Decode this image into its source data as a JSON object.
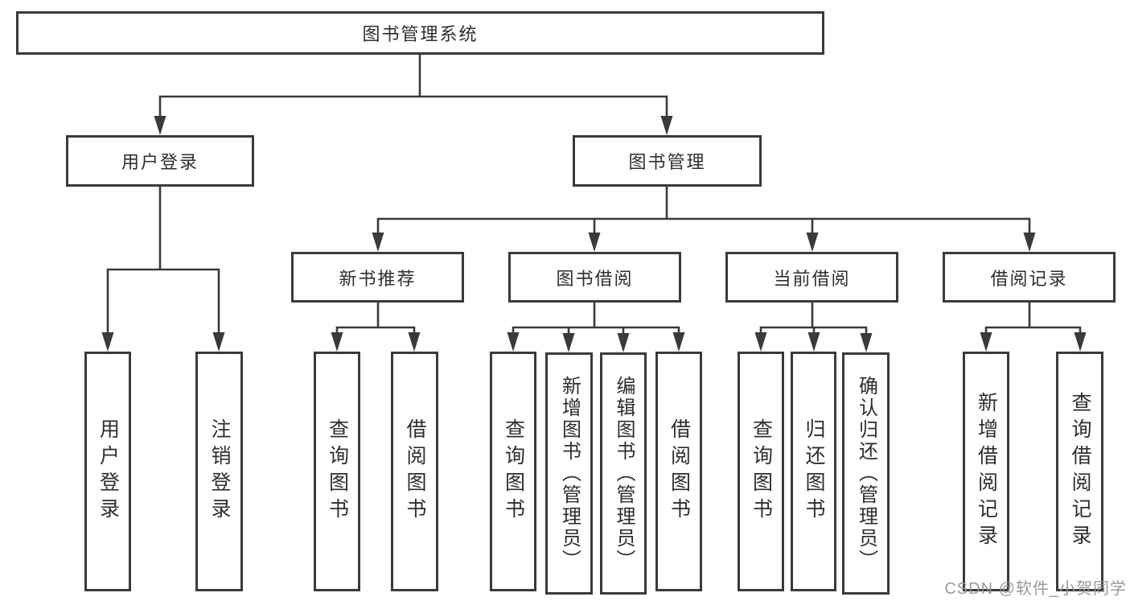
{
  "diagram": {
    "root": {
      "label": "图书管理系统"
    },
    "user_login": {
      "label": "用户登录",
      "login": {
        "label": "用户登录"
      },
      "logout": {
        "label": "注销登录"
      }
    },
    "book_mgmt": {
      "label": "图书管理",
      "new_book_rec": {
        "label": "新书推荐",
        "query_books": {
          "label": "查询图书"
        },
        "borrow_books": {
          "label": "借阅图书"
        }
      },
      "book_borrow": {
        "label": "图书借阅",
        "query_books": {
          "label": "查询图书"
        },
        "add_books": {
          "label": "新增图书（管理员）"
        },
        "edit_books": {
          "label": "编辑图书（管理员）"
        },
        "borrow_books": {
          "label": "借阅图书"
        }
      },
      "current_borrow": {
        "label": "当前借阅",
        "query_books": {
          "label": "查询图书"
        },
        "return_books": {
          "label": "归还图书"
        },
        "confirm_return": {
          "label": "确认归还（管理员）"
        }
      },
      "borrow_records": {
        "label": "借阅记录",
        "add_record": {
          "label": "新增借阅记录"
        },
        "query_record": {
          "label": "查询借阅记录"
        }
      }
    }
  },
  "watermark": {
    "text": "CSDN @软件_小贺同学"
  },
  "colors": {
    "line": "#3a3a3a",
    "text": "#2e2e2e",
    "watermark": "#949498",
    "background": "#ffffff"
  }
}
